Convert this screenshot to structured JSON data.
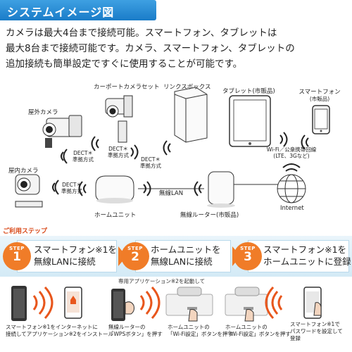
{
  "header": {
    "title": "システムイメージ図"
  },
  "intro": {
    "line1": "カメラは最大4台まで接続可能。スマートフォン、タブレットは",
    "line2": "最大8台まで接続可能です。カメラ、スマートフォン、タブレットの",
    "line3": "追加接続も簡単設定ですぐに使用することが可能です。"
  },
  "diagram": {
    "carport_camera": "カーポートカメラセット",
    "link_box": "リンクスボックス",
    "tablet": "タブレット(市販品)",
    "smartphone_1": "スマートフォン",
    "smartphone_2": "(市販品)",
    "outdoor_camera": "屋外カメラ",
    "indoor_camera": "屋内カメラ",
    "dect_1a": "DECT＊",
    "dect_1b": "準拠方式",
    "dect_2a": "DECT＊",
    "dect_2b": "準拠方式",
    "dect_3a": "DECT＊",
    "dect_3b": "準拠方式",
    "dect_4a": "DECT＊",
    "dect_4b": "準拠方式",
    "wireless_lan": "無線LAN",
    "wifi_1": "Wi-Fi／公衆携帯回線",
    "wifi_2": "(LTE、3Gなど)",
    "internet": "Internet",
    "home_unit": "ホームユニット",
    "router": "無線ルーター(市販品)"
  },
  "steps": {
    "title": "ご利用ステップ",
    "step_word": "STEP",
    "items": [
      {
        "num": "1",
        "line1": "スマートフォン※1を",
        "line2": "無線LANに接続"
      },
      {
        "num": "2",
        "line1": "ホームユニットを",
        "line2": "無線LANに接続"
      },
      {
        "num": "3",
        "line1": "スマートフォン※1を",
        "line2": "ホームユニットに登録"
      }
    ]
  },
  "bottom": {
    "app_note": "専用アプリケーション※2を起動して",
    "cap1a": "スマートフォン※1をインターネットに",
    "cap1b": "接続してアプリケーション※2をインストール",
    "cap2a": "無線ルーターの",
    "cap2b": "「WPSボタン」を押す",
    "cap3a": "ホームユニットの",
    "cap3b": "「Wi-Fi設定」ボタンを押す",
    "cap4a": "ホームユニットの",
    "cap4b": "「Wi-Fi設定」ボタンを押す",
    "cap5a": "スマートフォン※1で",
    "cap5b": "パスワードを設定して",
    "cap5c": "登録"
  },
  "colors": {
    "header": "#1a7cc8",
    "step": "#f07c28",
    "wave": "#e8561c",
    "band": "#d3eaf6"
  }
}
